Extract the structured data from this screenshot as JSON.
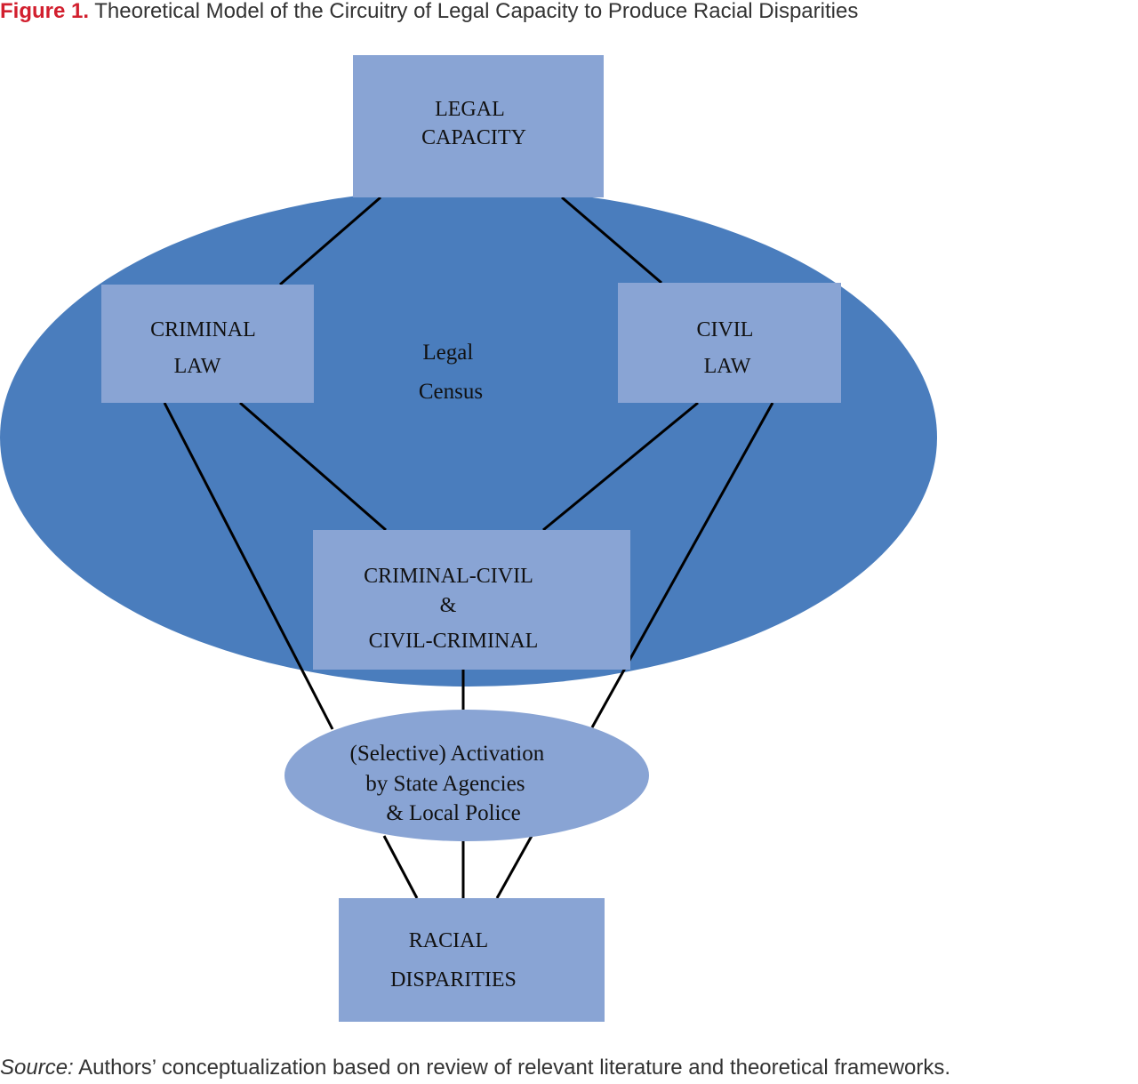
{
  "caption": {
    "label": "Figure 1.",
    "title": "Theoretical Model of the Circuitry of Legal Capacity to Produce Racial Disparities"
  },
  "colors": {
    "caption_label": "#d21f2e",
    "big_ellipse": "#4a7dbd",
    "box_fill": "#89a4d4",
    "connector": "#000000"
  },
  "nodes": {
    "legal_capacity": {
      "lines": [
        "LEGAL",
        "CAPACITY"
      ]
    },
    "criminal_law": {
      "lines": [
        "CRIMINAL",
        "LAW"
      ]
    },
    "civil_law": {
      "lines": [
        "CIVIL",
        "LAW"
      ]
    },
    "legal_census": {
      "lines": [
        "Legal",
        "Census"
      ]
    },
    "criminal_civil": {
      "lines": [
        "CRIMINAL-CIVIL",
        "&",
        "CIVIL-CRIMINAL"
      ]
    },
    "activation": {
      "lines": [
        "(Selective) Activation",
        "by State Agencies",
        "& Local Police"
      ]
    },
    "racial_disparities": {
      "lines": [
        "RACIAL",
        "DISPARITIES"
      ]
    }
  },
  "source": {
    "label": "Source:",
    "text": " Authors’ conceptualization based on review of relevant literature and theoretical frameworks."
  }
}
